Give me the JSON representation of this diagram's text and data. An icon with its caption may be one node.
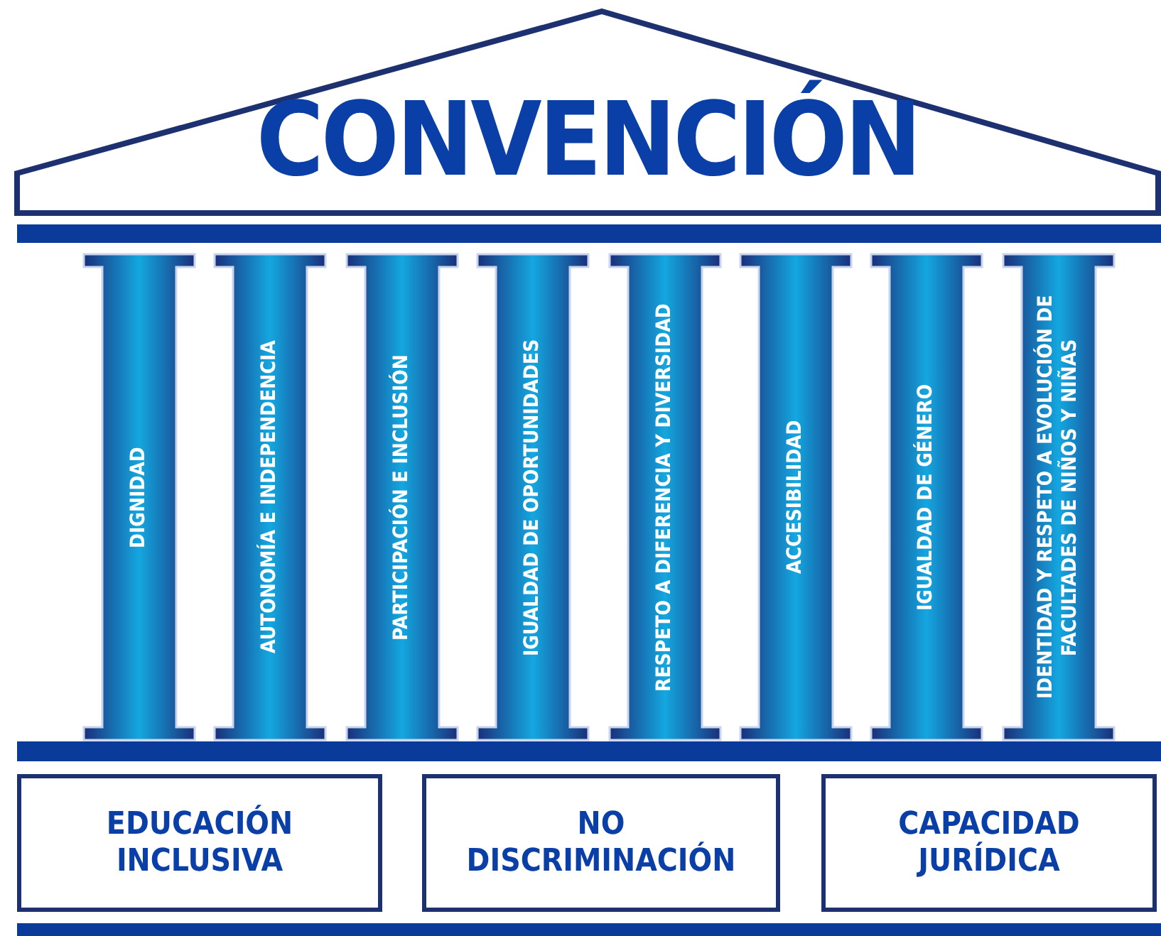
{
  "diagram": {
    "nodes": [
      {
        "text": [
          "CONVENCIÓN"
        ]
      },
      {
        "text": [
          "DIGNIDAD"
        ]
      },
      {
        "text": [
          "AUTONOMÍA E INDEPENDENCIA"
        ]
      },
      {
        "text": [
          "PARTICIPACIÓN E INCLUSIÓN"
        ]
      },
      {
        "text": [
          "IGUALDAD DE OPORTUNIDADES"
        ]
      },
      {
        "text": [
          "RESPETO A DIFERENCIA Y DIVERSIDAD"
        ]
      },
      {
        "text": [
          "ACCESIBILIDAD"
        ]
      },
      {
        "text": [
          "IGUALDAD DE GÉNERO"
        ]
      },
      {
        "text": [
          "IDENTIDAD Y RESPETO A EVOLUCIÓN DE FACULTADES DE NIÑOS Y NIÑAS"
        ]
      },
      {
        "text": [
          "EDUCACIÓN INCLUSIVA"
        ]
      },
      {
        "text": [
          "NO DISCRIMINACIÓN"
        ]
      },
      {
        "text": [
          "CAPACIDAD JURÍDICA"
        ]
      }
    ]
  }
}
